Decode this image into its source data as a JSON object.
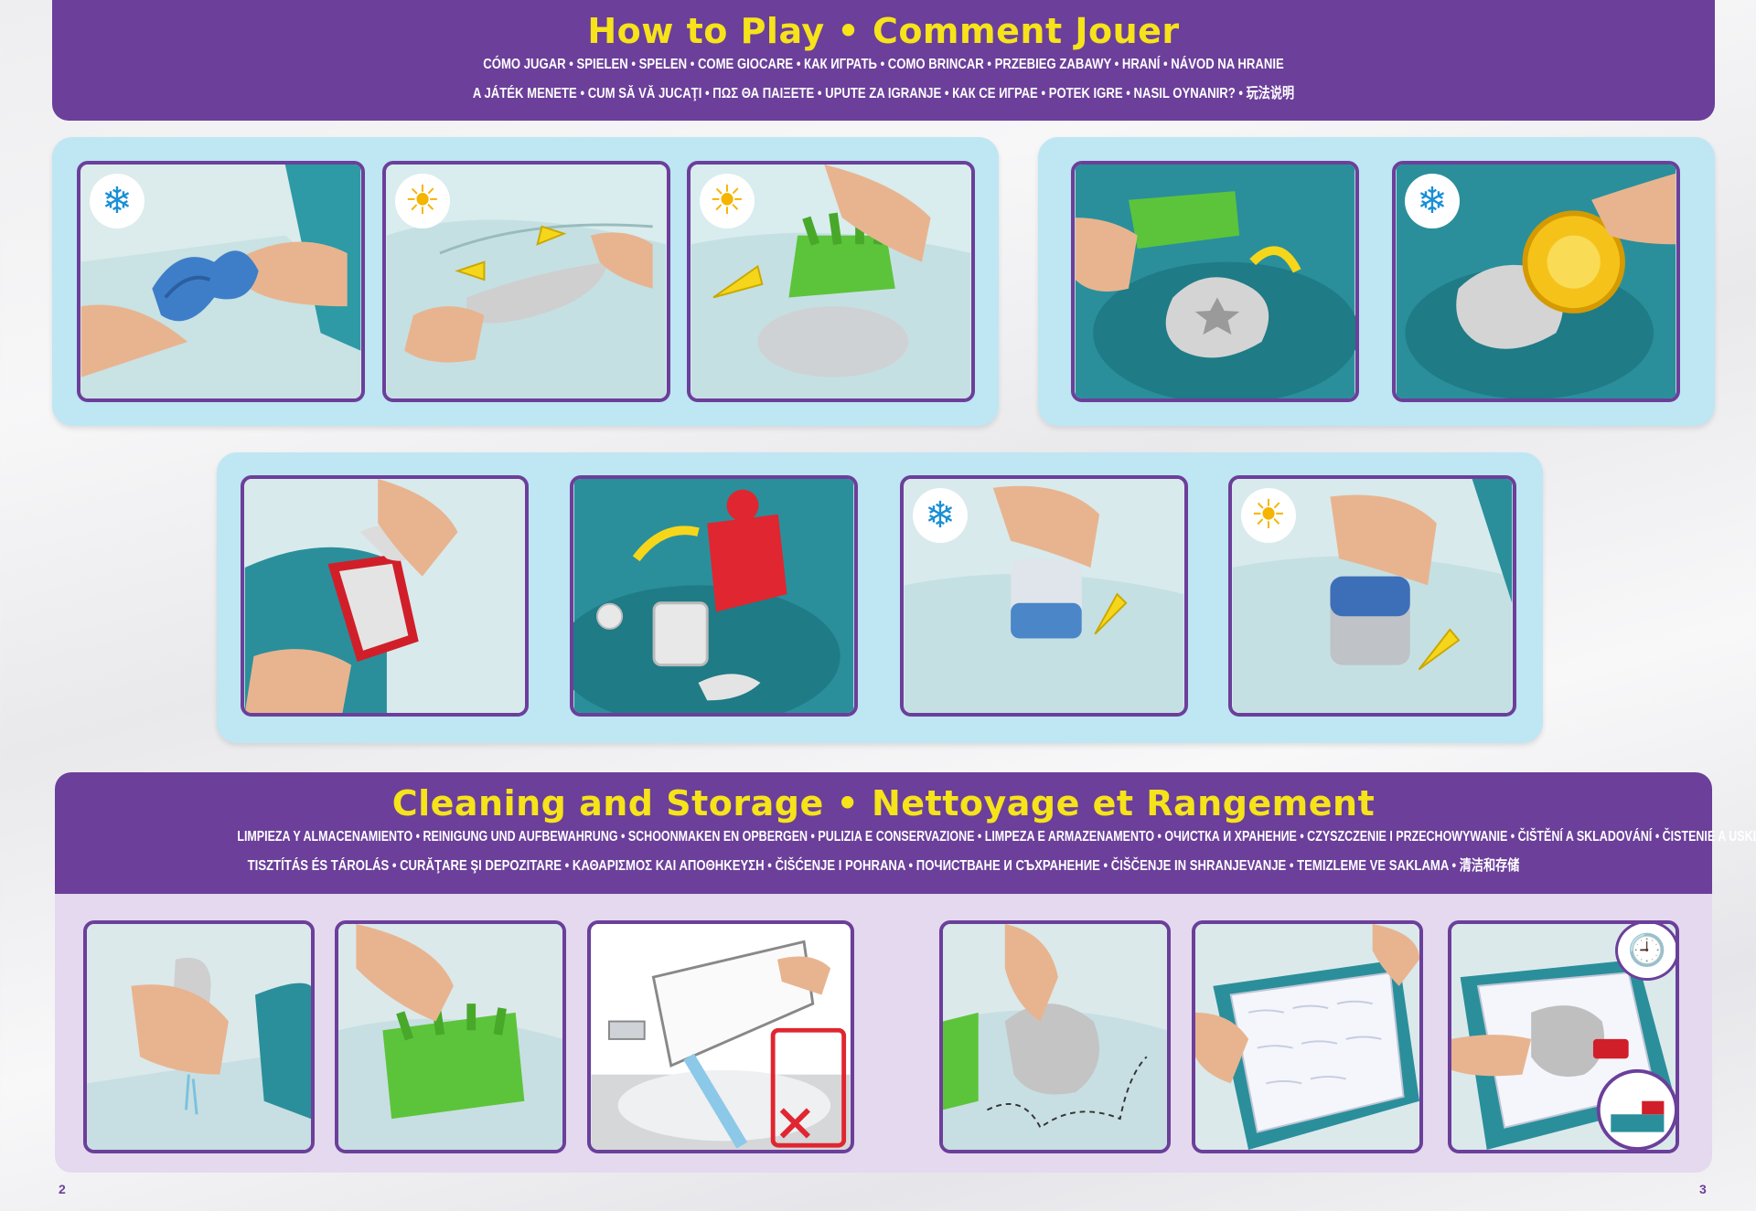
{
  "how_to_play": {
    "title": "How to Play • Comment Jouer",
    "subtitle_line1": "CÓMO JUGAR • SPIELEN • SPELEN • COME GIOCARE • КАК ИГРАТЬ • COMO BRINCAR • PRZEBIEG ZABAWY • HRANÍ • NÁVOD NA HRANIE",
    "subtitle_line2": "A JÁTÉK MENETE • CUM SĂ VĂ JUCAŢI • ΠΩΣ ΘΑ ΠΑΙΞΕΤΕ • UPUTE ZA IGRANJE • КАК СЕ ИГРАЕ • POTEK IGRE • NASIL OYNANIR? • 玩法说明"
  },
  "cleaning": {
    "title": "Cleaning and Storage • Nettoyage et Rangement",
    "subtitle_line1": "LIMPIEZA Y ALMACENAMIENTO • REINIGUNG UND AUFBEWAHRUNG • SCHOONMAKEN EN OPBERGEN • PULIZIA E CONSERVAZIONE • LIMPEZA E ARMAZENAMENTO • ОЧИСТКА И ХРАНЕНИЕ • CZYSZCZENIE I PRZECHOWYWANIE • ČIŠTĚNÍ A SKLADOVÁNÍ • ČISTENIE A USKLADNENIE •",
    "subtitle_line2": "TISZTÍTÁS ÉS TÁROLÁS • CURĂŢARE ŞI DEPOZITARE • ΚΑΘΑΡΙΣΜΟΣ ΚΑΙ ΑΠΟΘΗΚΕΥΣΗ • ČIŠĆENJE I POHRANA • ПОЧИСТВАНЕ И СЪХРАНЕНИЕ • ČIŠČENJE IN SHRANJEVANJE • TEMIZLEME VE SAKLAMA • 清洁和存储"
  },
  "icons": {
    "snow": "snowflake-icon",
    "sun": "sun-icon",
    "clock": "clock-moon-icon",
    "wrong": "x-mark-icon"
  },
  "colors": {
    "purple": "#6b3f9a",
    "yellow": "#f6e31a",
    "light_blue": "#bfe6f3",
    "lavender": "#e4d9ee"
  },
  "page_numbers": {
    "left": "2",
    "right": "3"
  }
}
